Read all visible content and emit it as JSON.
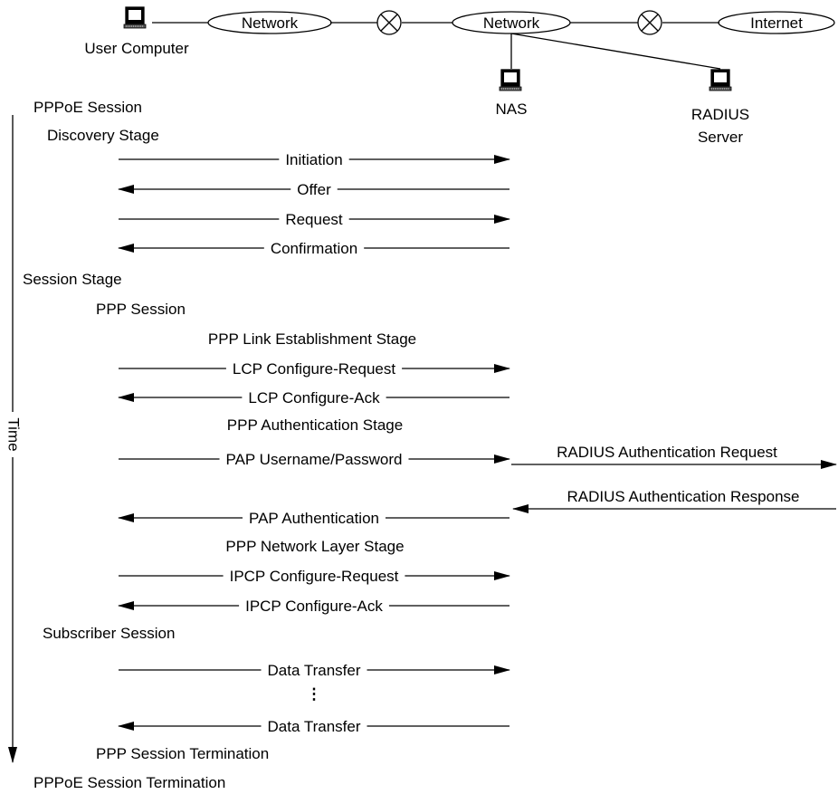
{
  "topology": {
    "user_computer": "User Computer",
    "network_left": "Network",
    "network_middle": "Network",
    "internet": "Internet",
    "nas": "NAS",
    "radius_line1": "RADIUS",
    "radius_line2": "Server"
  },
  "time_axis_label": "Time",
  "stages": {
    "pppoe_session": "PPPoE Session",
    "discovery_stage": "Discovery Stage",
    "session_stage": "Session Stage",
    "ppp_session": "PPP Session",
    "ppp_link_establishment": "PPP Link Establishment Stage",
    "ppp_authentication": "PPP Authentication Stage",
    "ppp_network_layer": "PPP Network Layer Stage",
    "subscriber_session": "Subscriber Session",
    "ppp_session_termination": "PPP Session Termination",
    "pppoe_session_termination": "PPPoE Session Termination"
  },
  "messages": [
    {
      "id": "initiation",
      "label": "Initiation",
      "direction": "to-nas"
    },
    {
      "id": "offer",
      "label": "Offer",
      "direction": "to-user"
    },
    {
      "id": "request",
      "label": "Request",
      "direction": "to-nas"
    },
    {
      "id": "confirmation",
      "label": "Confirmation",
      "direction": "to-user"
    },
    {
      "id": "lcp-configure-request",
      "label": "LCP Configure-Request",
      "direction": "to-nas"
    },
    {
      "id": "lcp-configure-ack",
      "label": "LCP Configure-Ack",
      "direction": "to-user"
    },
    {
      "id": "pap-username-password",
      "label": "PAP Username/Password",
      "direction": "to-nas"
    },
    {
      "id": "radius-auth-request",
      "label": "RADIUS Authentication Request",
      "direction": "to-radius"
    },
    {
      "id": "radius-auth-response",
      "label": "RADIUS Authentication Response",
      "direction": "to-nas-from-radius"
    },
    {
      "id": "pap-authentication",
      "label": "PAP Authentication",
      "direction": "to-user"
    },
    {
      "id": "ipcp-configure-request",
      "label": "IPCP Configure-Request",
      "direction": "to-nas"
    },
    {
      "id": "ipcp-configure-ack",
      "label": "IPCP Configure-Ack",
      "direction": "to-user"
    },
    {
      "id": "data-transfer-1",
      "label": "Data Transfer",
      "direction": "to-nas"
    },
    {
      "id": "ellipsis",
      "label": "⋮",
      "direction": "none"
    },
    {
      "id": "data-transfer-2",
      "label": "Data Transfer",
      "direction": "to-user"
    }
  ]
}
